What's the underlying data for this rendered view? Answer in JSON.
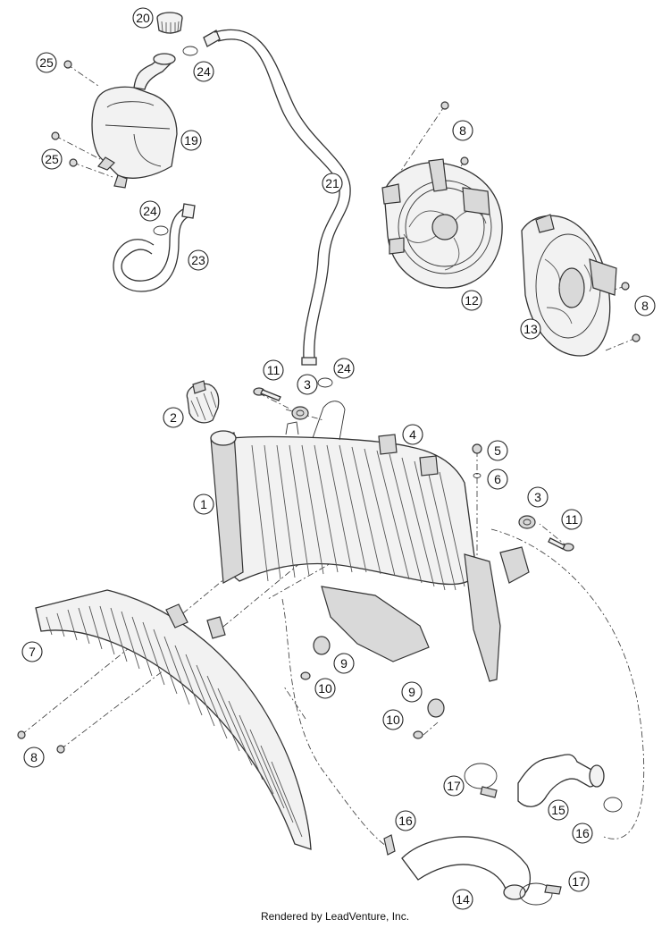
{
  "callouts": {
    "c20": "20",
    "c24a": "24",
    "c25a": "25",
    "c19": "19",
    "c25b": "25",
    "c24b": "24",
    "c23": "23",
    "c21": "21",
    "c8a": "8",
    "c12": "12",
    "c13": "13",
    "c8b": "8",
    "c11a": "11",
    "c3a": "3",
    "c24c": "24",
    "c2": "2",
    "c4": "4",
    "c5": "5",
    "c6": "6",
    "c1": "1",
    "c3b": "3",
    "c11b": "11",
    "c7": "7",
    "c9a": "9",
    "c10a": "10",
    "c9b": "9",
    "c10b": "10",
    "c8c": "8",
    "c17a": "17",
    "c15": "15",
    "c16a": "16",
    "c16b": "16",
    "c17b": "17",
    "c14": "14"
  },
  "footer": "Rendered by LeadVenture, Inc."
}
